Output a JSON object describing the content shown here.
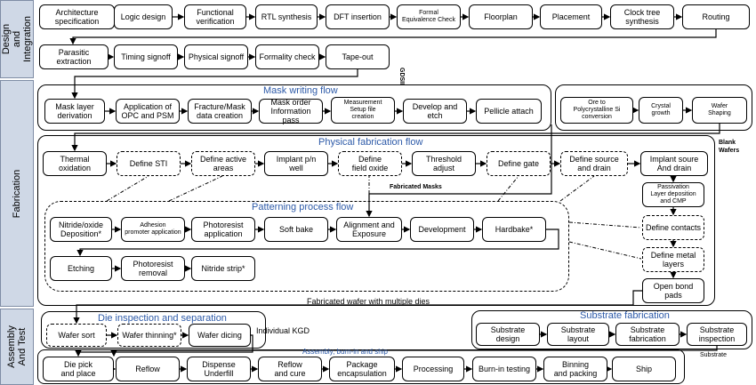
{
  "bands": {
    "design": "Design and\nIntegration",
    "fabrication": "Fabrication",
    "assembly": "Assembly\nAnd Test"
  },
  "design": {
    "row1": [
      "Architecture\nspecification",
      "Logic design",
      "Functional\nverification",
      "RTL synthesis",
      "DFT insertion",
      "Formal\nEquivalence Check",
      "Floorplan",
      "Placement",
      "Clock tree\nsynthesis",
      "Routing"
    ],
    "row2": [
      "Parasitic\nextraction",
      "Timing signoff",
      "Physical signoff",
      "Formality check",
      "Tape-out"
    ],
    "gdsii": "GDSII"
  },
  "mask": {
    "title": "Mask writing flow",
    "steps": [
      "Mask layer\nderivation",
      "Application of\nOPC and PSM",
      "Fracture/Mask\ndata creation",
      "Mask order\nInformation pass",
      "Measurement\nSetup file\ncreation",
      "Develop and\netch",
      "Pellicle attach"
    ]
  },
  "wafer": {
    "steps": [
      "Ore to\nPolycrystalline Si\nconversion",
      "Crystal\ngrowth",
      "Wafer\nShaping"
    ],
    "blank": "Blank\nWafers"
  },
  "physical": {
    "title": "Physical fabrication flow",
    "steps": [
      "Thermal\noxidation",
      "Define STI",
      "Define active\nareas",
      "Implant p/n\nwell",
      "Define\nfield oxide",
      "Threshold adjust",
      "Define gate",
      "Define source\nand drain",
      "Implant soure\nAnd drain"
    ],
    "fabricated_masks": "Fabricated Masks",
    "right_col": [
      "Passivation\nLayer deposition\nand CMP",
      "Define contacts",
      "Define metal\nlayers",
      "Open bond\npads"
    ]
  },
  "patterning": {
    "title": "Patterning process flow",
    "row1": [
      "Nitride/oxide\nDeposition*",
      "Adhesion\npromoter application",
      "Photoresist\napplication",
      "Soft bake",
      "Alignment and\nExposure",
      "Development",
      "Hardbake*"
    ],
    "row2": [
      "Etching",
      "Photoresist\nremoval",
      "Nitride strip*"
    ],
    "wafer_note": "Fabricated wafer with multiple dies"
  },
  "die": {
    "title": "Die inspection and separation",
    "steps": [
      "Wafer sort",
      "Wafer thinning*",
      "Wafer dicing"
    ],
    "kgd": "Individual KGD"
  },
  "substrate": {
    "title": "Substrate fabrication",
    "steps": [
      "Substrate design",
      "Substrate layout",
      "Substrate\nfabrication",
      "Substrate\ninspection"
    ],
    "label": "Substrate"
  },
  "assembly": {
    "title": "Assembly, burn-in and ship",
    "steps": [
      "Die pick\nand place",
      "Reflow",
      "Dispense\nUnderfill",
      "Reflow\nand cure",
      "Package\nencapsulation",
      "Processing",
      "Burn-in testing",
      "Binning\nand packing",
      "Ship"
    ]
  }
}
